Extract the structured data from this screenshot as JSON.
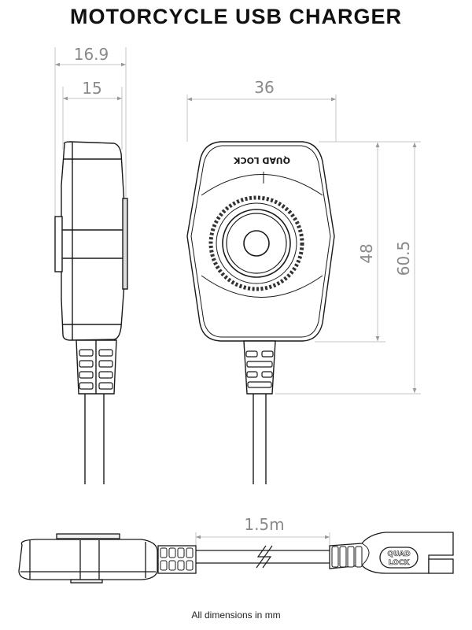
{
  "title": "MOTORCYCLE USB CHARGER",
  "footnote": "All dimensions in mm",
  "brand_mark": "QUAD LOCK",
  "colors": {
    "outline": "#1a1a1a",
    "dimension": "#8a8a8a",
    "dimension_line": "#bdbdbd",
    "background": "#ffffff"
  },
  "views": {
    "side": {
      "dimensions": {
        "overall_depth": "16.9",
        "body_depth": "15"
      }
    },
    "front": {
      "dimensions": {
        "width": "36",
        "body_height": "48",
        "overall_height": "60.5"
      }
    },
    "cable": {
      "dimensions": {
        "length": "1.5m"
      },
      "break_symbol": "lightning-break"
    }
  }
}
